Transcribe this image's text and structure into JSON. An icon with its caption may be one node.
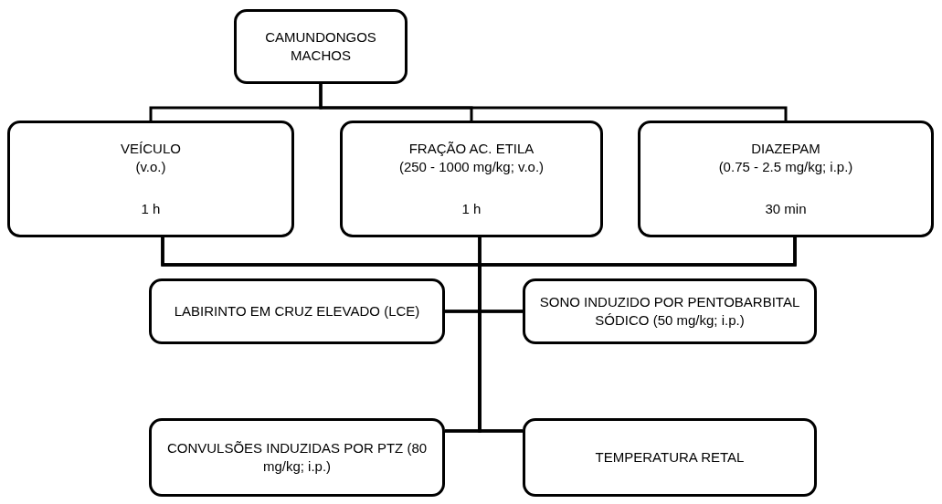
{
  "diagram": {
    "nodes": [
      {
        "text": [
          "CAMUNDONGOS MACHOS"
        ]
      },
      {
        "text": [
          "VEÍCULO",
          "(v.o.)",
          "1 h"
        ]
      },
      {
        "text": [
          "FRAÇÃO AC. ETILA",
          "(250 - 1000 mg/kg; v.o.)",
          "1 h"
        ]
      },
      {
        "text": [
          "DIAZEPAM",
          "(0.75 - 2.5 mg/kg; i.p.)",
          "30 min"
        ]
      },
      {
        "text": [
          "LABIRINTO EM CRUZ ELEVADO (LCE)"
        ]
      },
      {
        "text": [
          "SONO INDUZIDO POR PENTOBARBITAL SÓDICO (50 mg/kg; i.p.)"
        ]
      },
      {
        "text": [
          "CONVULSÕES INDUZIDAS POR PTZ (80 mg/kg; i.p.)"
        ]
      },
      {
        "text": [
          "TEMPERATURA RETAL"
        ]
      }
    ],
    "edges": [
      {
        "from": 0,
        "to": 1,
        "arrow": "none"
      },
      {
        "from": 0,
        "to": 2,
        "arrow": "none"
      },
      {
        "from": 0,
        "to": 3,
        "arrow": "none"
      },
      {
        "from": 1,
        "to": 4,
        "arrow": "none"
      },
      {
        "from": 1,
        "to": 5,
        "arrow": "none"
      },
      {
        "from": 1,
        "to": 6,
        "arrow": "none"
      },
      {
        "from": 1,
        "to": 7,
        "arrow": "none"
      },
      {
        "from": 2,
        "to": 4,
        "arrow": "none"
      },
      {
        "from": 2,
        "to": 5,
        "arrow": "none"
      },
      {
        "from": 2,
        "to": 6,
        "arrow": "none"
      },
      {
        "from": 2,
        "to": 7,
        "arrow": "none"
      },
      {
        "from": 3,
        "to": 4,
        "arrow": "none"
      },
      {
        "from": 3,
        "to": 5,
        "arrow": "none"
      },
      {
        "from": 3,
        "to": 6,
        "arrow": "none"
      },
      {
        "from": 3,
        "to": 7,
        "arrow": "none"
      }
    ]
  }
}
